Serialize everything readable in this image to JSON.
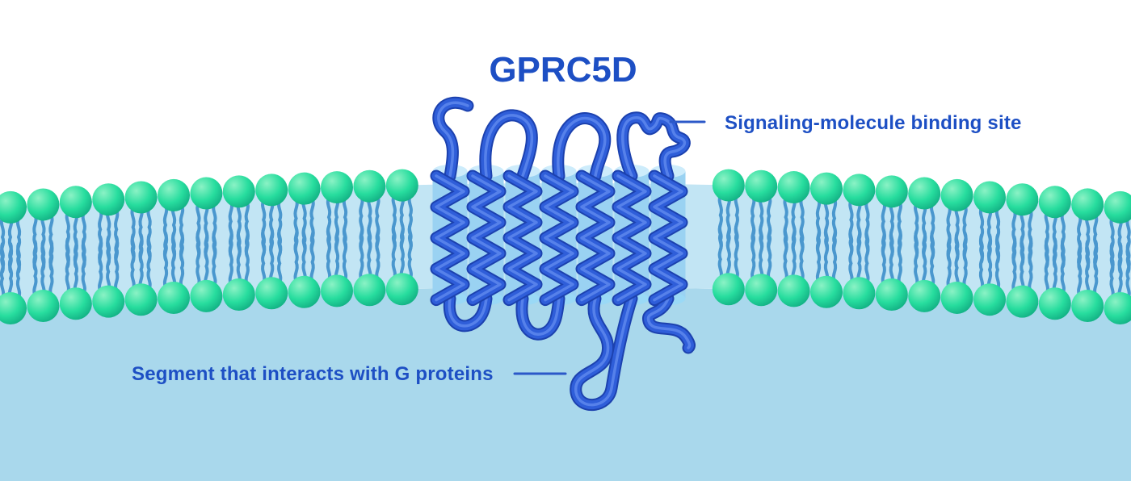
{
  "title": "GPRC5D",
  "labels": {
    "binding_site": "Signaling-molecule binding site",
    "g_protein_segment": "Segment that interacts with G proteins"
  },
  "diagram": {
    "type": "cell-membrane-receptor",
    "receptor_helix_count": 7,
    "regions": [
      "extracellular (white, top)",
      "lipid bilayer membrane",
      "cytoplasm (light blue, bottom)"
    ]
  },
  "colors": {
    "text_blue": "#1d4fc4",
    "leader_line": "#2b58c8",
    "extracellular_bg": "#ffffff",
    "cytoplasm": "#a9d8ec",
    "membrane_band": "#c2e5f4",
    "lipid_head_light": "#8bf2c5",
    "lipid_head_mid": "#27dd9e",
    "lipid_head_dark": "#0faa80",
    "lipid_tail": "#4a97ce",
    "cylinder_body": "#9ad2f2",
    "cylinder_cap_top": "#cdecfb",
    "cylinder_cap_bottom": "#9ad9f6",
    "coil_main": "#2f5ed9",
    "coil_shadow": "#1c41ae",
    "coil_highlight": "#5681ea"
  }
}
